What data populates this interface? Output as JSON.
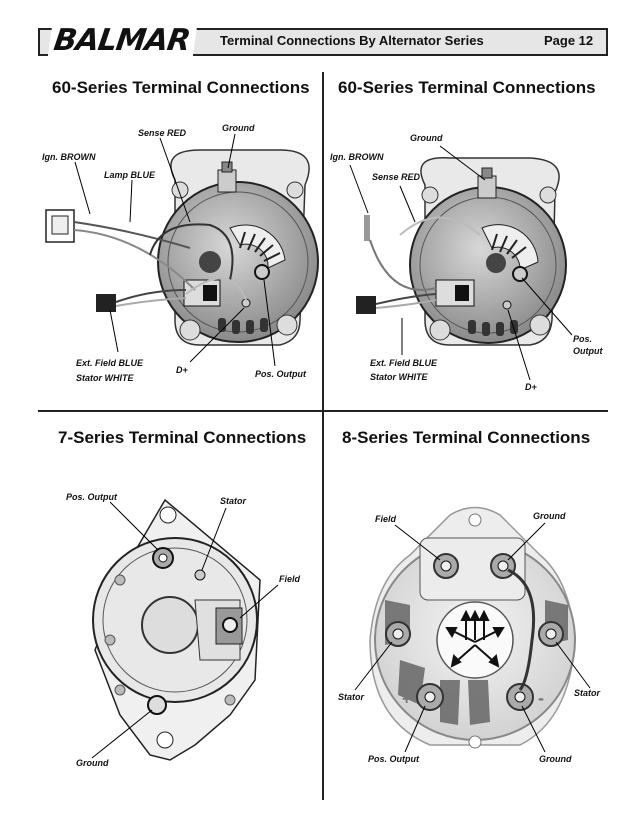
{
  "header": {
    "logo": "BALMAR",
    "title": "Terminal Connections By Alternator Series",
    "page": "Page 12"
  },
  "panels": {
    "tl": {
      "title": "60-Series Terminal Connections",
      "labels": {
        "ground": "Ground",
        "sense": "Sense RED",
        "ign": "Ign. BROWN",
        "lamp": "Lamp BLUE",
        "extfield": "Ext. Field BLUE",
        "stator": "Stator WHITE",
        "dplus": "D+",
        "posout": "Pos. Output"
      }
    },
    "tr": {
      "title": "60-Series Terminal Connections",
      "labels": {
        "ground": "Ground",
        "ign": "Ign. BROWN",
        "sense": "Sense RED",
        "pos": "Pos.",
        "output": "Output",
        "extfield": "Ext. Field BLUE",
        "stator": "Stator WHITE",
        "dplus": "D+"
      }
    },
    "bl": {
      "title": "7-Series Terminal Connections",
      "labels": {
        "posout": "Pos. Output",
        "stator": "Stator",
        "field": "Field",
        "ground": "Ground"
      }
    },
    "br": {
      "title": "8-Series Terminal Connections",
      "labels": {
        "field": "Field",
        "ground_top": "Ground",
        "stator_left": "Stator",
        "stator_right": "Stator",
        "posout": "Pos. Output",
        "ground_bottom": "Ground"
      }
    }
  }
}
